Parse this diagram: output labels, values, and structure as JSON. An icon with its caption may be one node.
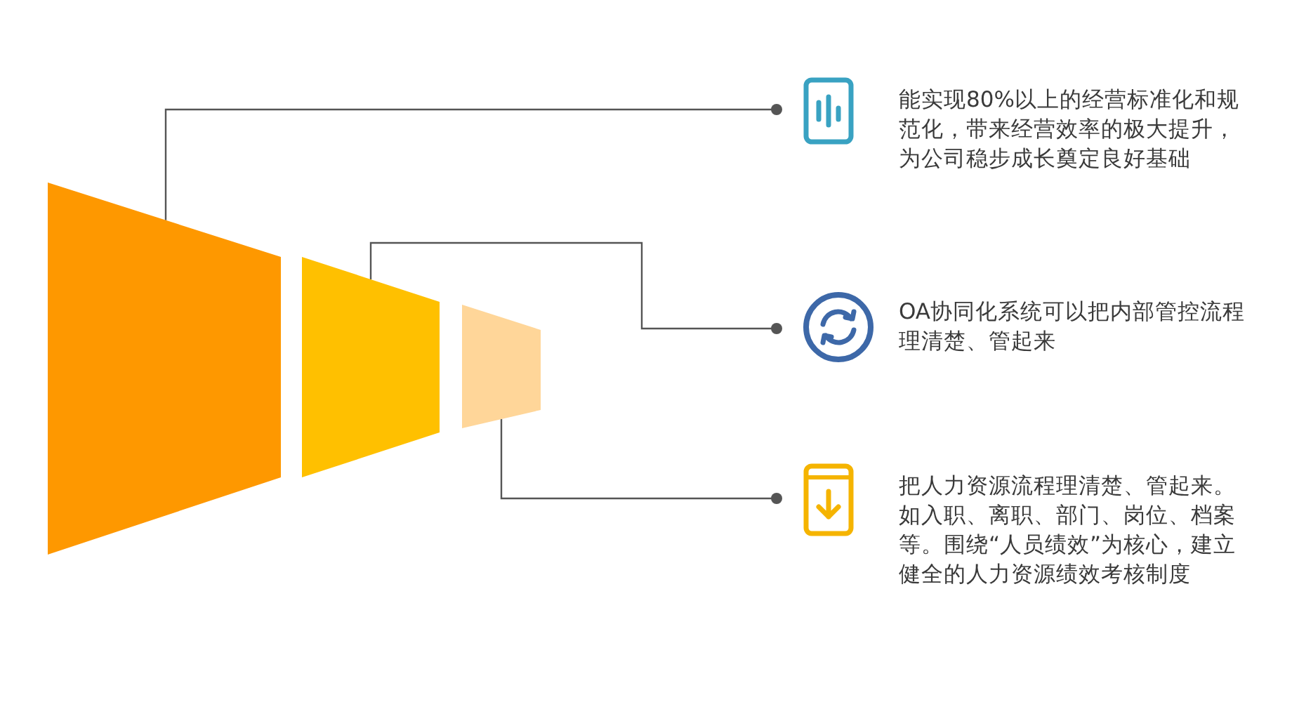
{
  "diagram": {
    "nodes": [
      {
        "text": [],
        "shape": "trapezoid"
      },
      {
        "text": [],
        "shape": "trapezoid"
      },
      {
        "text": [],
        "shape": "trapezoid"
      },
      {
        "text": [
          "能实现80%以上的经营标准化和规范化，带来经营效率的极大提升，为公司稳步成长奠定良好基础"
        ]
      },
      {
        "text": [
          "OA协同化系统可以把内部管控流程理清楚、管起来"
        ]
      },
      {
        "text": [
          "把人力资源流程理清楚、管起来。如入职、离职、部门、岗位、档案等。围绕“人员绩效”为核心，建立健全的人力资源绩效考核制度"
        ]
      }
    ],
    "edges": [
      {
        "from": 0,
        "to": 3,
        "arrow": "other"
      },
      {
        "from": 1,
        "to": 4,
        "arrow": "other"
      },
      {
        "from": 2,
        "to": 5,
        "arrow": "other"
      }
    ]
  }
}
